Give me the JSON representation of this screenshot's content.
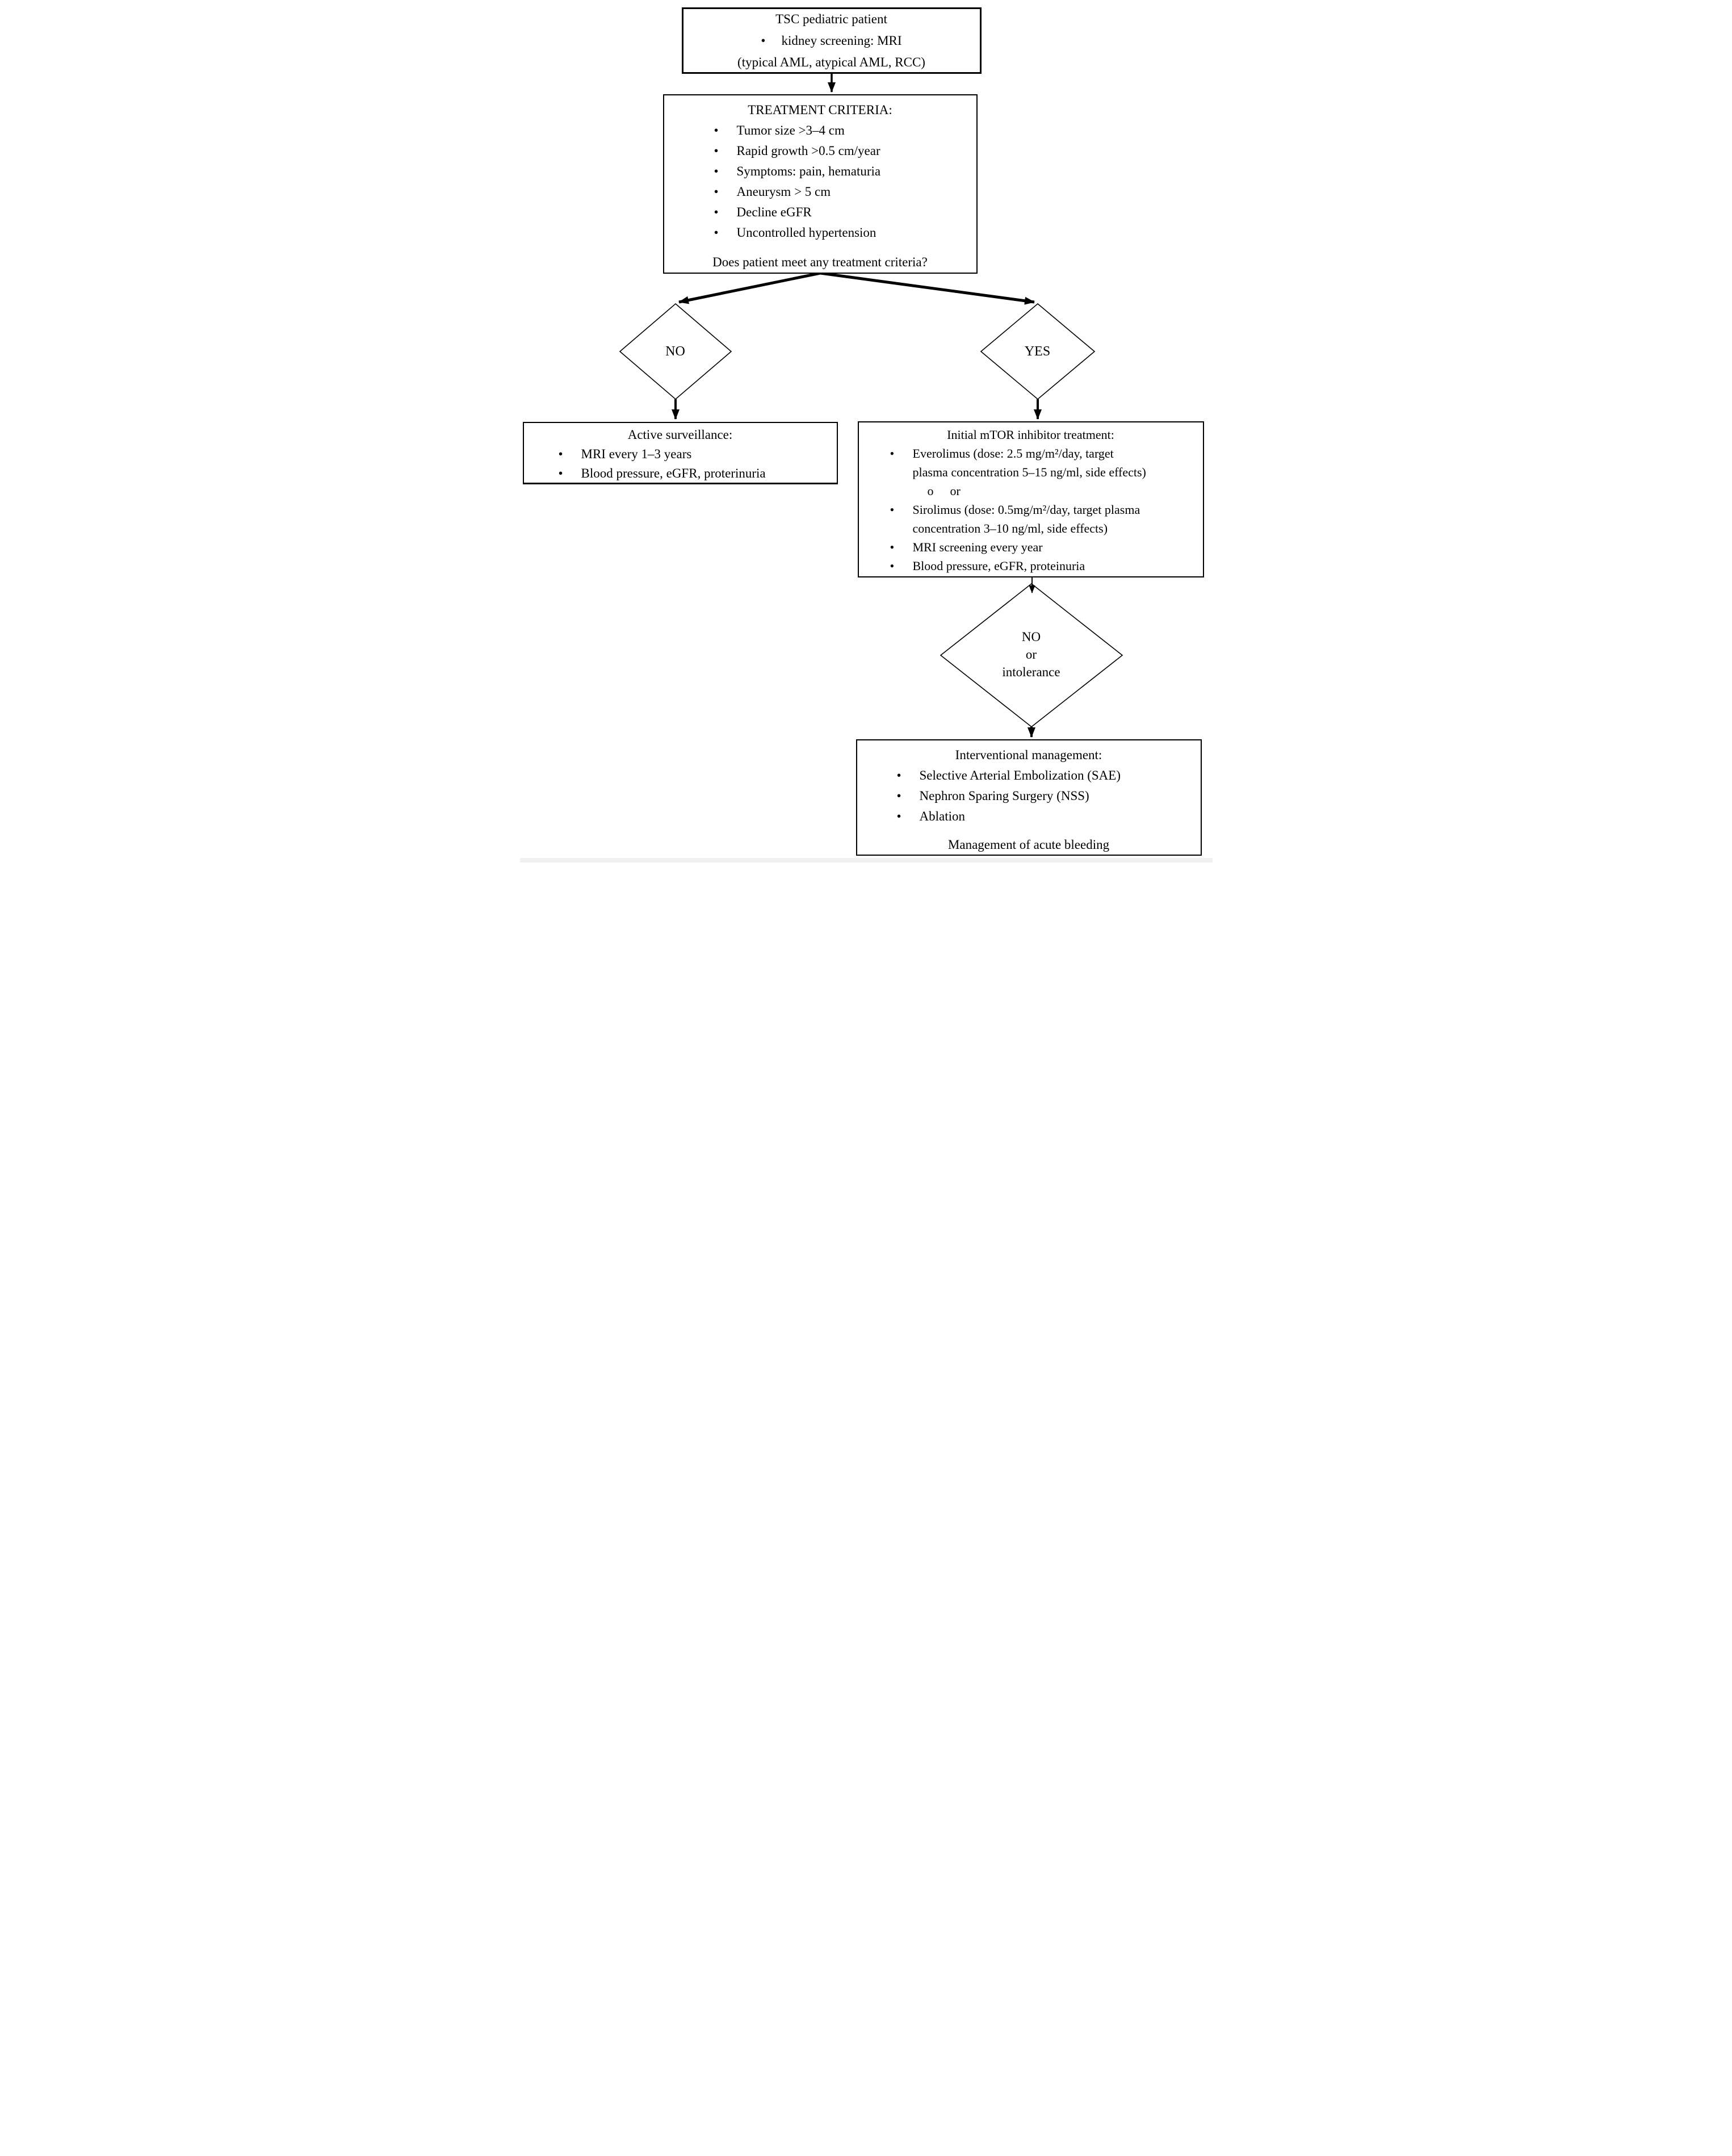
{
  "colors": {
    "line": "#000000",
    "background": "#ffffff",
    "footer_strip": "#f1f1f4"
  },
  "markers": {
    "bullet": "•",
    "circle": "o"
  },
  "nodes": {
    "screening": {
      "line1": "TSC pediatric patient",
      "bullet_text": "kidney screening: MRI",
      "line3": "(typical AML, atypical AML, RCC)"
    },
    "criteria": {
      "title": "TREATMENT CRITERIA:",
      "bullets": [
        "Tumor size >3–4 cm",
        "Rapid growth >0.5 cm/year",
        "Symptoms: pain, hematuria",
        "Aneurysm > 5 cm",
        "Decline eGFR",
        "Uncontrolled hypertension"
      ],
      "question": "Does patient meet any treatment criteria?"
    },
    "no_branch": {
      "label": "NO"
    },
    "yes_branch": {
      "label": "YES"
    },
    "surveillance": {
      "title": "Active surveillance:",
      "bullets": [
        "MRI every 1–3 years",
        "Blood pressure, eGFR, proterinuria"
      ]
    },
    "mtor": {
      "title": "Initial mTOR inhibitor treatment:",
      "items": [
        {
          "marker": "•",
          "text": "Everolimus (dose: 2.5 mg/m²/day, target\nplasma concentration 5–15 ng/ml, side effects)"
        },
        {
          "marker": "o",
          "text": "or"
        },
        {
          "marker": "•",
          "text": "Sirolimus (dose: 0.5mg/m²/day, target plasma\nconcentration 3–10 ng/ml, side effects)"
        },
        {
          "marker": "•",
          "text": "MRI screening every year"
        },
        {
          "marker": "•",
          "text": "Blood pressure, eGFR, proteinuria"
        }
      ]
    },
    "intolerance": {
      "line1": "NO",
      "line2": "or",
      "line3": "intolerance"
    },
    "intervention": {
      "title": "Interventional management:",
      "bullets": [
        "Selective Arterial Embolization (SAE)",
        "Nephron Sparing Surgery (NSS)",
        "Ablation"
      ],
      "footer": "Management of acute bleeding"
    }
  }
}
